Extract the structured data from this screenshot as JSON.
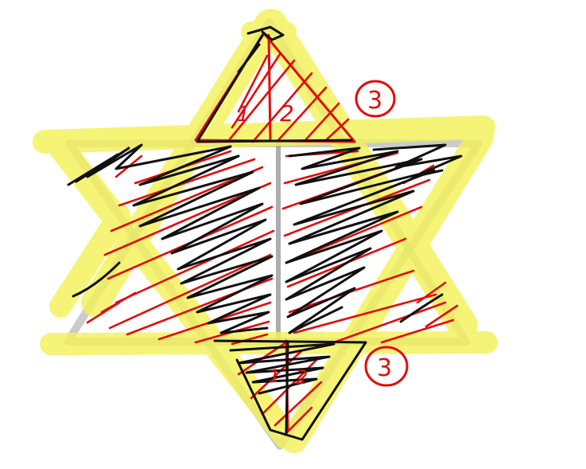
{
  "annotations": {
    "region_labels": [
      {
        "id": "top-left",
        "text": "1"
      },
      {
        "id": "top-right",
        "text": "2"
      },
      {
        "id": "top-count",
        "text": "3"
      },
      {
        "id": "bottom-left",
        "text": "1"
      },
      {
        "id": "bottom-right",
        "text": "2"
      },
      {
        "id": "bottom-count",
        "text": "3"
      }
    ]
  },
  "colors": {
    "highlight": "#f4f25a",
    "red_ink": "#e30b0b",
    "black_ink": "#101010",
    "gray_outline": "#9a9a9a"
  }
}
